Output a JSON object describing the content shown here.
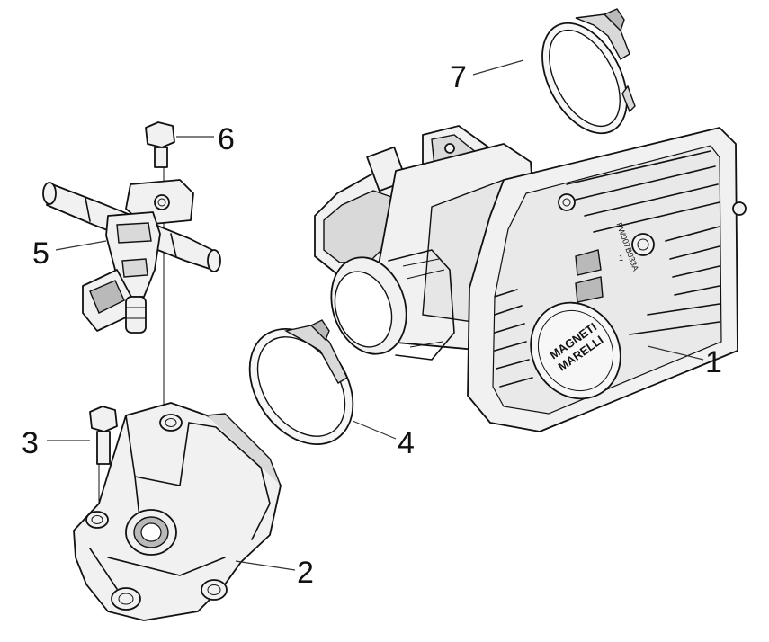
{
  "diagram": {
    "callouts": [
      "1",
      "2",
      "3",
      "4",
      "5",
      "6",
      "7"
    ],
    "logo_text": [
      "MAGNETI",
      "MARELLI"
    ],
    "part_code": "PW007B033A",
    "small_mark": "1"
  }
}
